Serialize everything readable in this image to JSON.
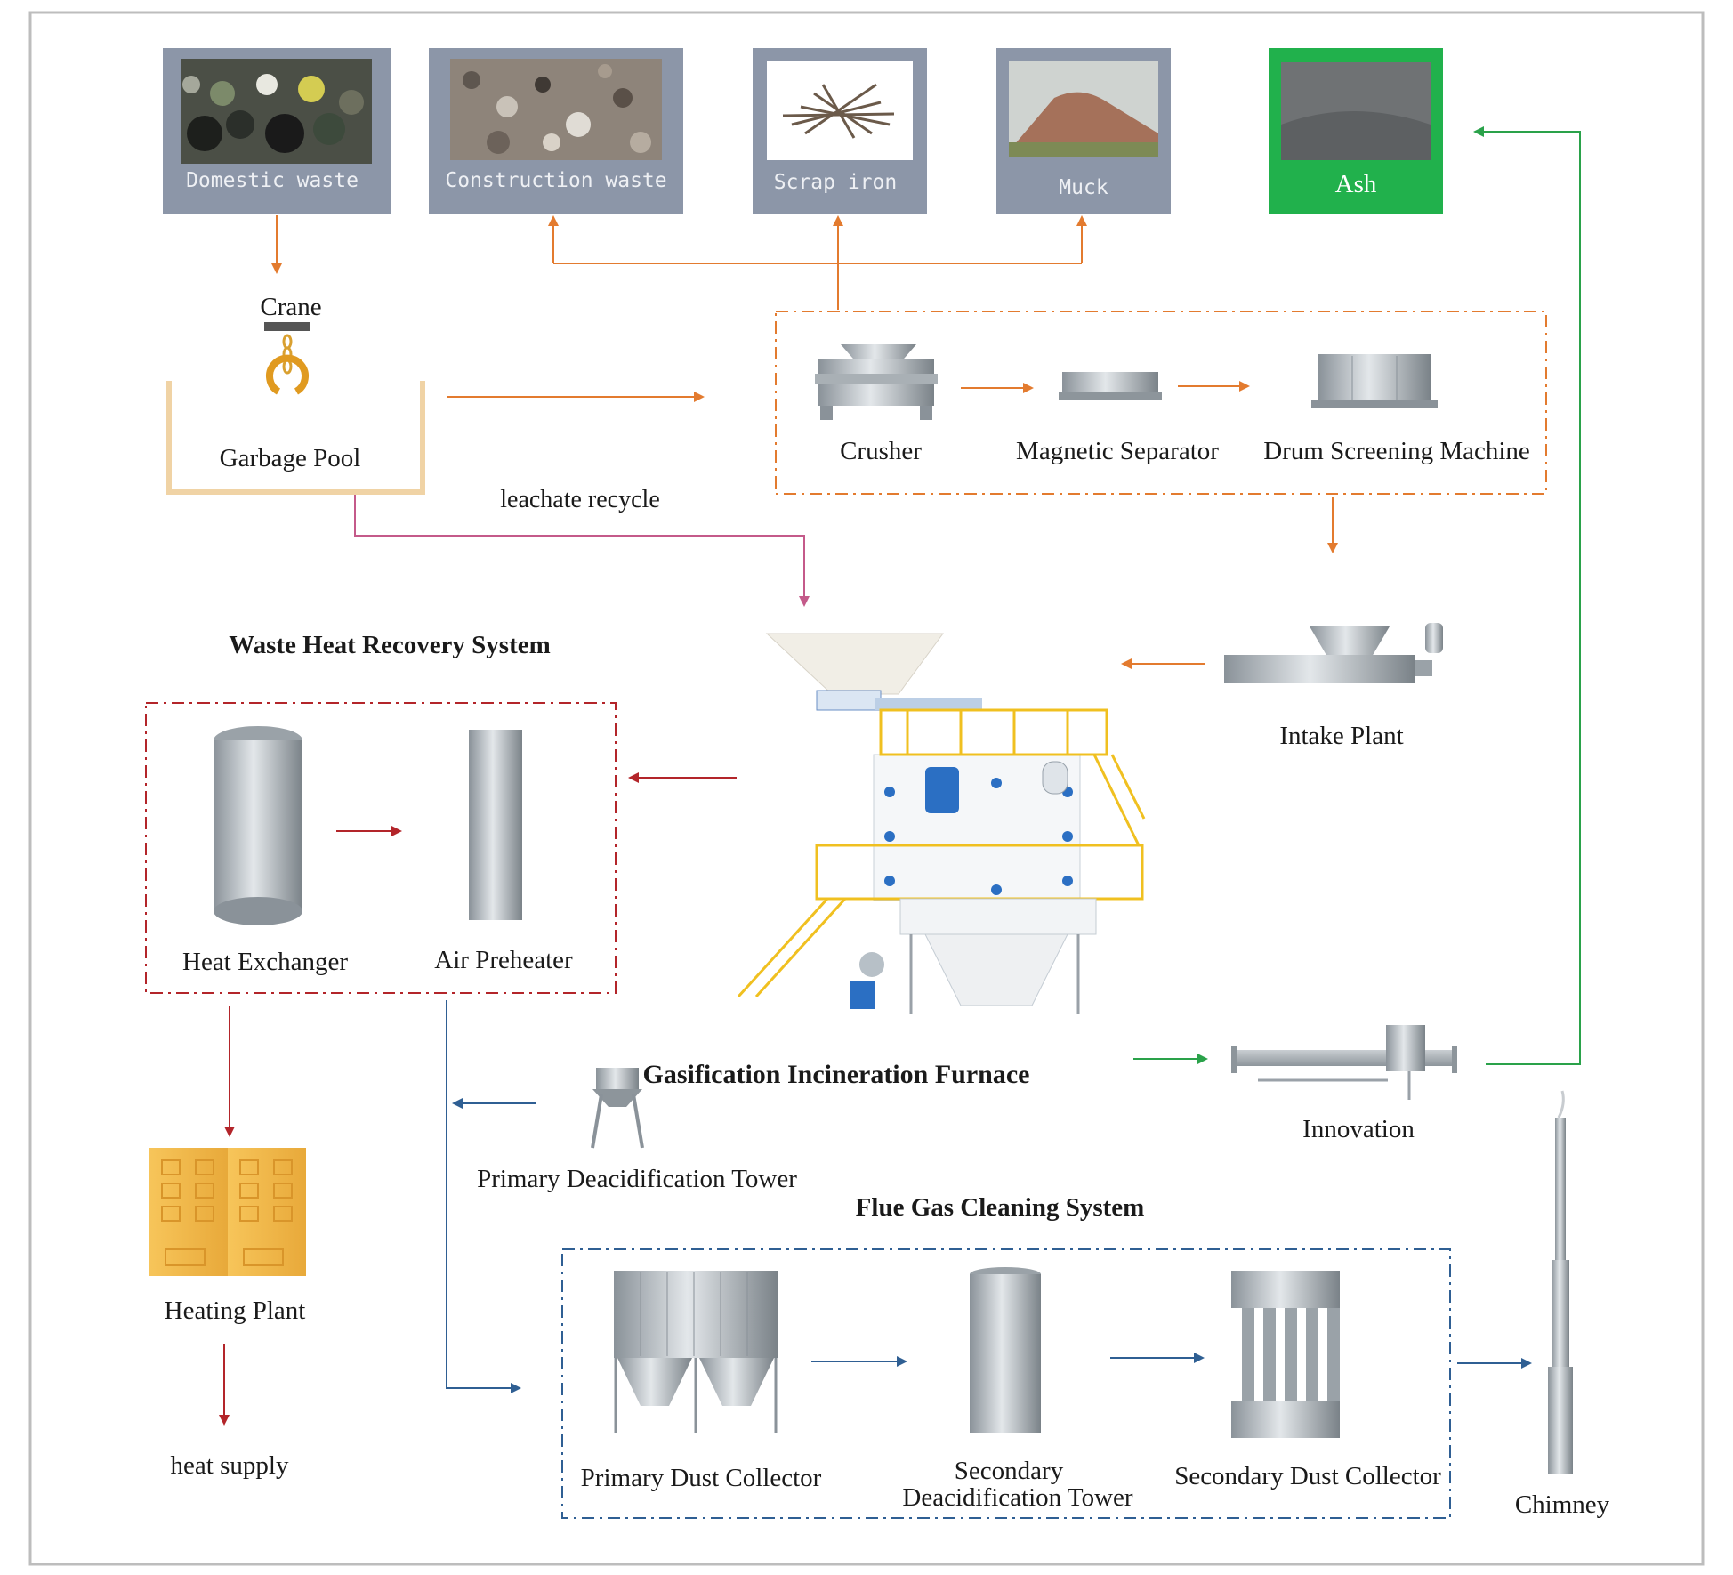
{
  "colors": {
    "orange": "#e37b2f",
    "pink": "#c45a8a",
    "red": "#b3252a",
    "blue": "#2f5f93",
    "green": "#2aa24a",
    "grey_box": "#8c96a8",
    "ash_box": "#21b14c",
    "pool": "#f0d3a5"
  },
  "sources": {
    "domestic": "Domestic waste",
    "construction": "Construction waste",
    "scrap": "Scrap iron",
    "muck": "Muck",
    "ash": "Ash"
  },
  "labels": {
    "crane": "Crane",
    "garbage_pool": "Garbage Pool",
    "leachate": "leachate recycle",
    "crusher": "Crusher",
    "magnetic_separator": "Magnetic Separator",
    "drum_screening": "Drum Screening Machine",
    "intake_plant": "Intake Plant",
    "furnace": "Gasification Incineration Furnace",
    "innovation": "Innovation",
    "waste_heat_title": "Waste Heat Recovery System",
    "heat_exchanger": "Heat Exchanger",
    "air_preheater": "Air Preheater",
    "heating_plant": "Heating Plant",
    "heat_supply": "heat supply",
    "primary_deacid": "Primary Deacidification Tower",
    "flue_gas_title": "Flue Gas Cleaning System",
    "primary_dust": "Primary Dust Collector",
    "secondary_deacid_1": "Secondary",
    "secondary_deacid_2": "Deacidification Tower",
    "secondary_dust": "Secondary Dust Collector",
    "chimney": "Chimney"
  }
}
